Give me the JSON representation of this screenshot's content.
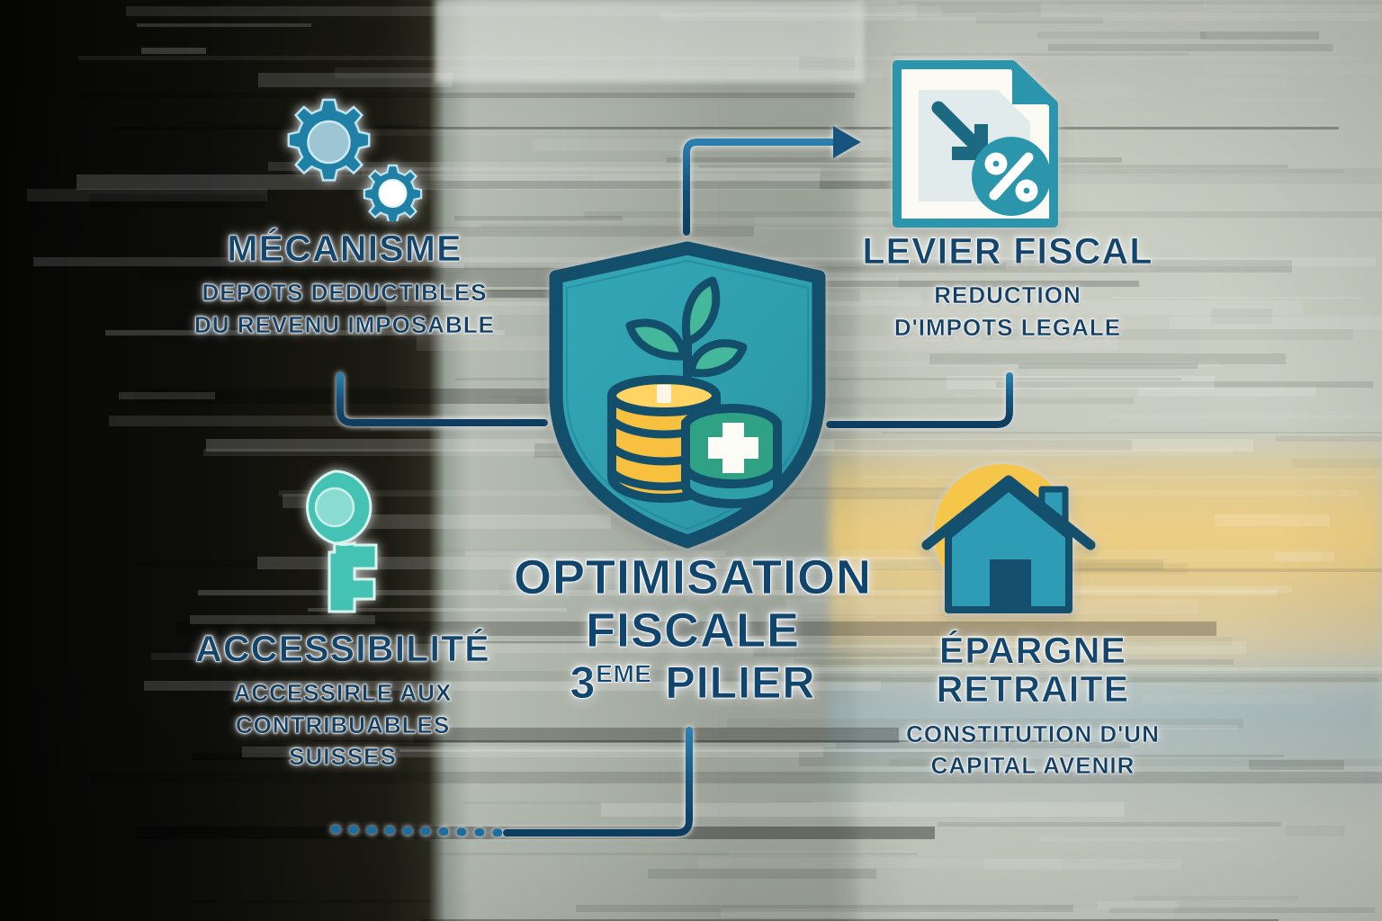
{
  "center": {
    "title_line1": "OPTIMISATION",
    "title_line2": "FISCALE",
    "title_line3_num": "3",
    "title_line3_sup": "EME",
    "title_line3_rest": " PILIER",
    "icon": "shield-growth-icon"
  },
  "quadrants": {
    "top_left": {
      "icon": "gears-icon",
      "heading": "MÉCANISME",
      "sub_line1": "DEPOTS DEDUCTIBLES",
      "sub_line2": "DU REVENU IMPOSABLE"
    },
    "top_right": {
      "icon": "document-percent-decrease-icon",
      "heading": "LEVIER FISCAL",
      "sub_line1": "REDUCTION",
      "sub_line2": "D'IMPOTS LEGALE"
    },
    "bottom_left": {
      "icon": "key-icon",
      "heading": "ACCESSIBILITÉ",
      "sub_line1": "ACCESSIRLE AUX",
      "sub_line2": "CONTRIBUABLES",
      "sub_line3": "SUISSES"
    },
    "bottom_right": {
      "icon": "house-sun-icon",
      "heading_line1": "ÉPARGNE",
      "heading_line2": "RETRAITE",
      "sub_line1": "CONSTITUTION D'UN",
      "sub_line2": "CAPITAL AVENIR"
    }
  },
  "connectors": [
    {
      "name": "connector-center-to-top-right",
      "style": "solid",
      "arrow": true
    },
    {
      "name": "connector-center-to-top-left",
      "style": "solid",
      "arrow": false
    },
    {
      "name": "connector-center-to-bottom-right",
      "style": "solid",
      "arrow": false
    },
    {
      "name": "connector-center-to-bottom-left",
      "style": "dotted-solid",
      "arrow": false
    }
  ],
  "colors": {
    "heading_navy": "#14456b",
    "title_navy": "#10456d",
    "shield_teal": "#2f9fae",
    "shield_border_navy": "#134e6b",
    "coin_gold": "#f7c13f",
    "leaf_green": "#45b79a",
    "cross_box_green": "#2fa184",
    "key_turquoise": "#44c2b4",
    "gear_blue": "#1f7fa5",
    "house_teal": "#2e9cb4",
    "house_roof_navy": "#14506e",
    "sun_gold": "#f6c64a",
    "doc_teal": "#2b96ab",
    "connector_navy": "#15537d",
    "bg_dark": "#0a0a08",
    "bg_light": "#c6cabf"
  }
}
